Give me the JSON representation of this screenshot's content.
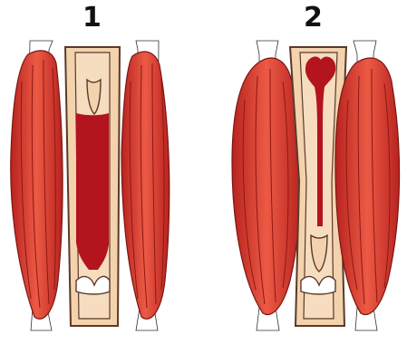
{
  "panels": [
    {
      "label": "1",
      "state": "muscles-relaxed"
    },
    {
      "label": "2",
      "state": "muscles-contracted"
    }
  ],
  "colors": {
    "muscle": "#d9312c",
    "muscle_dark": "#a51c19",
    "vein_wall": "#f3d2ae",
    "vein_wall_outline": "#5a3a28",
    "blood": "#b3141d",
    "valve": "#ffffff",
    "tendon": "#ffffff"
  }
}
